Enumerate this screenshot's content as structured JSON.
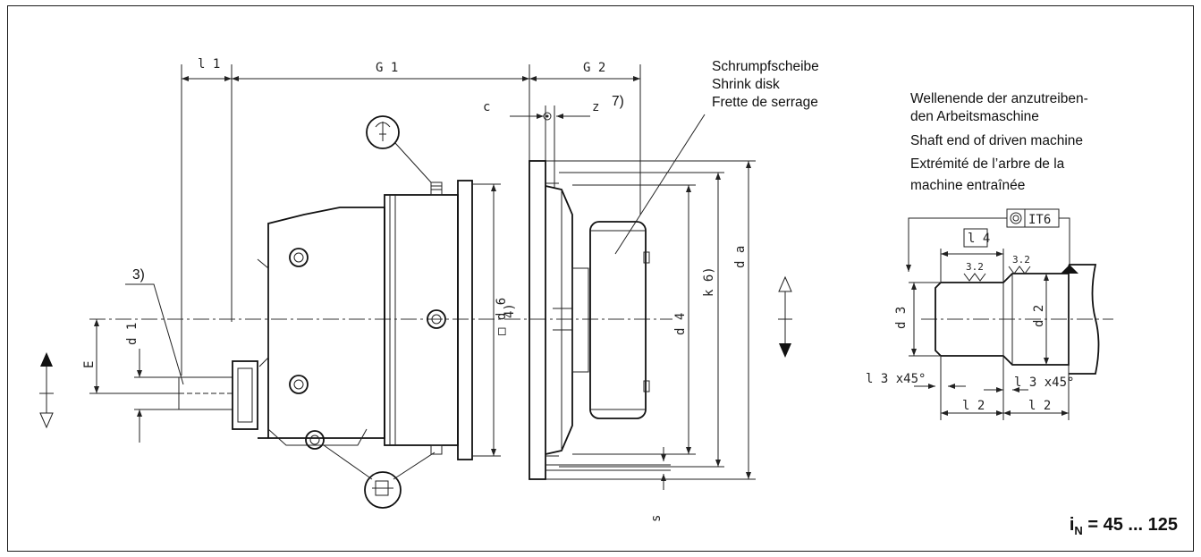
{
  "labels": {
    "shrink_disk": [
      "Schrumpfscheibe",
      "Shrink disk",
      "Frette de serrage"
    ],
    "shaft_end": [
      "Wellenende der anzutreiben-",
      "den Arbeitsmaschine",
      "Shaft end of driven machine",
      "Extrémité de l’arbre de la",
      "machine entraînée"
    ],
    "note_3": "3)",
    "note_7": "7)"
  },
  "dimensions": {
    "l1": "l 1",
    "G1": "G 1",
    "G2": "G 2",
    "c": "c",
    "z": "z",
    "E": "E",
    "d1": "d 1",
    "d6": "□ d 6",
    "note_4": "4)",
    "d4": "d 4",
    "k": "k 6)",
    "da": "d a",
    "s": "s",
    "l4": "l 4",
    "d3": "d 3",
    "d2": "d 2",
    "IT6": "IT6",
    "rough1": "3.2",
    "rough2": "3.2",
    "l3a": "l 3 x45°",
    "l3b": "l 3 x45°",
    "l2a": "l 2",
    "l2b": "l 2"
  },
  "ratio": {
    "symbol": "i",
    "sub": "N",
    "text": "= 45 ... 125"
  },
  "colors": {
    "line": "#222222",
    "border": "#1a1a1a",
    "background": "#ffffff"
  }
}
